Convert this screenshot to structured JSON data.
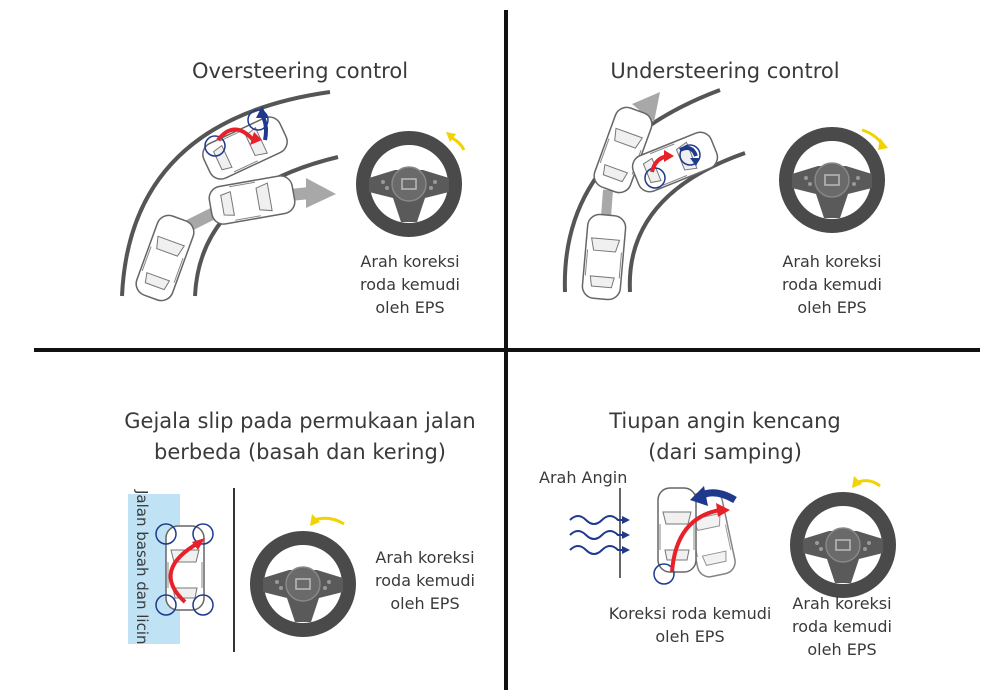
{
  "q1": {
    "title": "Oversteering control",
    "caption_line1": "Arah koreksi",
    "caption_line2": "roda kemudi",
    "caption_line3": "oleh EPS"
  },
  "q2": {
    "title": "Understeering control",
    "caption_line1": "Arah koreksi",
    "caption_line2": "roda kemudi",
    "caption_line3": "oleh EPS"
  },
  "q3": {
    "title_line1": "Gejala slip pada permukaan jalan",
    "title_line2": "berbeda (basah dan kering)",
    "wet_road_label": "Jalan basah dan licin",
    "caption_line1": "Arah koreksi",
    "caption_line2": "roda kemudi",
    "caption_line3": "oleh EPS"
  },
  "q4": {
    "title_line1": "Tiupan angin kencang",
    "title_line2": "(dari samping)",
    "wind_label": "Arah Angin",
    "car_caption_line1": "Koreksi roda kemudi",
    "car_caption_line2": "oleh EPS",
    "caption_line1": "Arah koreksi",
    "caption_line2": "roda kemudi",
    "caption_line3": "oleh EPS"
  },
  "colors": {
    "red_arrow": "#e8202a",
    "blue_arrow": "#1f3a8c",
    "yellow_arrow": "#f2d200",
    "gray_arrow": "#a8a8a8",
    "wet_road": "#bfe3f5",
    "wheel": "#4a4a4a"
  },
  "icons": [
    "steering-wheel-icon",
    "car-icon",
    "wind-icon"
  ]
}
